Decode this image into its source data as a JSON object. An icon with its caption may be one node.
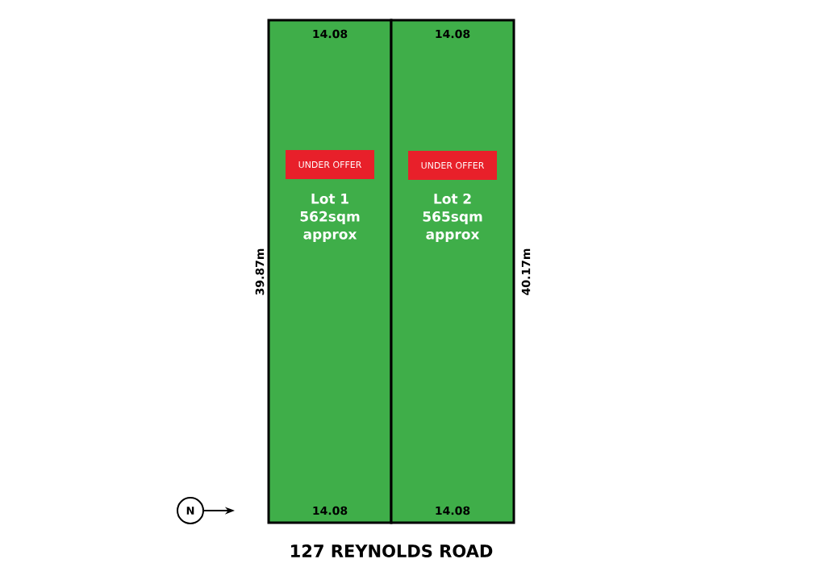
{
  "diagram": {
    "title": "127 REYNOLDS ROAD",
    "nodes": [
      {
        "text": [
          "Lot 1 562sqm approx"
        ]
      },
      {
        "text": [
          "UNDER OFFER"
        ],
        "in": 0
      },
      {
        "text": [
          "Lot 2 565sqm approx"
        ]
      },
      {
        "text": [
          "UNDER OFFER"
        ],
        "in": 2
      }
    ],
    "labels": [
      "14.08",
      "14.08",
      "39.87m",
      "40.17m",
      "N",
      "14.08",
      "14.08"
    ]
  }
}
